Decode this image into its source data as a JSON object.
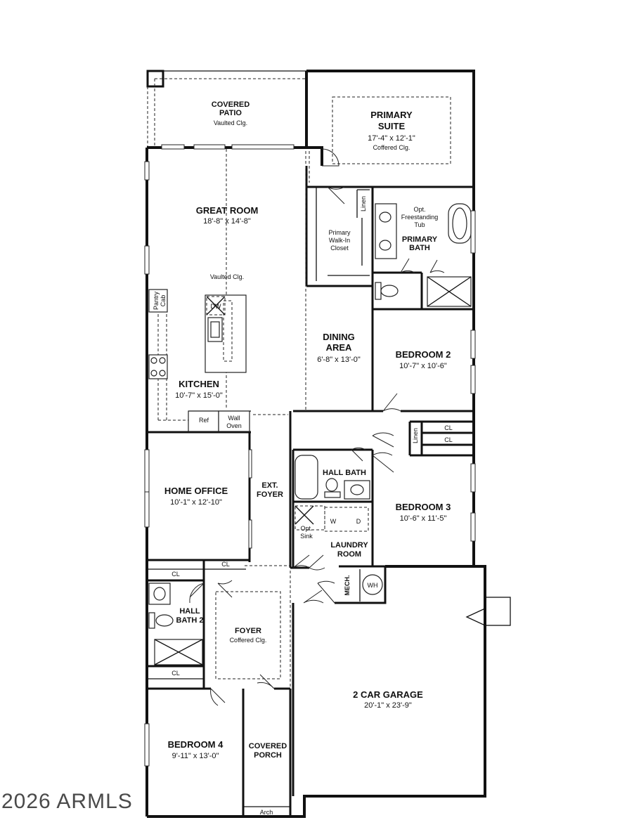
{
  "rooms": {
    "covered_patio": {
      "name": "COVERED\nPATIO",
      "note": "Vaulted Clg."
    },
    "primary_suite": {
      "name": "PRIMARY\nSUITE",
      "size": "17'-4\" x 12'-1\"",
      "note": "Coffered Clg."
    },
    "great_room": {
      "name": "GREAT ROOM",
      "size": "18'-8\" x 14'-8\"",
      "note": "Vaulted Clg."
    },
    "primary_closet": {
      "name": "Primary\nWalk-In\nCloset"
    },
    "primary_bath": {
      "name": "PRIMARY\nBATH",
      "tub": "Opt.\nFreestanding\nTub"
    },
    "dining": {
      "name": "DINING\nAREA",
      "size": "6'-8\" x 13'-0\""
    },
    "bedroom2": {
      "name": "BEDROOM 2",
      "size": "10'-7\" x 10'-6\""
    },
    "kitchen": {
      "name": "KITCHEN",
      "size": "10'-7\" x 15'-0\""
    },
    "home_office": {
      "name": "HOME OFFICE",
      "size": "10'-1\" x 12'-10\""
    },
    "ext_foyer": {
      "name": "EXT.\nFOYER"
    },
    "hall_bath": {
      "name": "HALL BATH"
    },
    "bedroom3": {
      "name": "BEDROOM 3",
      "size": "10'-6\" x 11'-5\""
    },
    "laundry": {
      "name": "LAUNDRY\nROOM",
      "sink": "Opt.\nSink"
    },
    "hall_bath2": {
      "name": "HALL\nBATH 2"
    },
    "foyer": {
      "name": "FOYER",
      "note": "Coffered Clg."
    },
    "garage": {
      "name": "2 CAR GARAGE",
      "size": "20'-1\" x 23'-9\""
    },
    "bedroom4": {
      "name": "BEDROOM 4",
      "size": "9'-11\" x 13'-0\""
    },
    "covered_porch": {
      "name": "COVERED\nPORCH"
    }
  },
  "fixtures": {
    "pantry": "Pantry\nCab",
    "dw": "DW",
    "ref": "Ref",
    "wall_oven": "Wall\nOven",
    "linen": "Linen",
    "cl": "CL",
    "washer": "W",
    "dryer": "D",
    "mech": "MECH.",
    "wh": "WH",
    "arch": "Arch"
  },
  "watermark": "2026 ARMLS"
}
